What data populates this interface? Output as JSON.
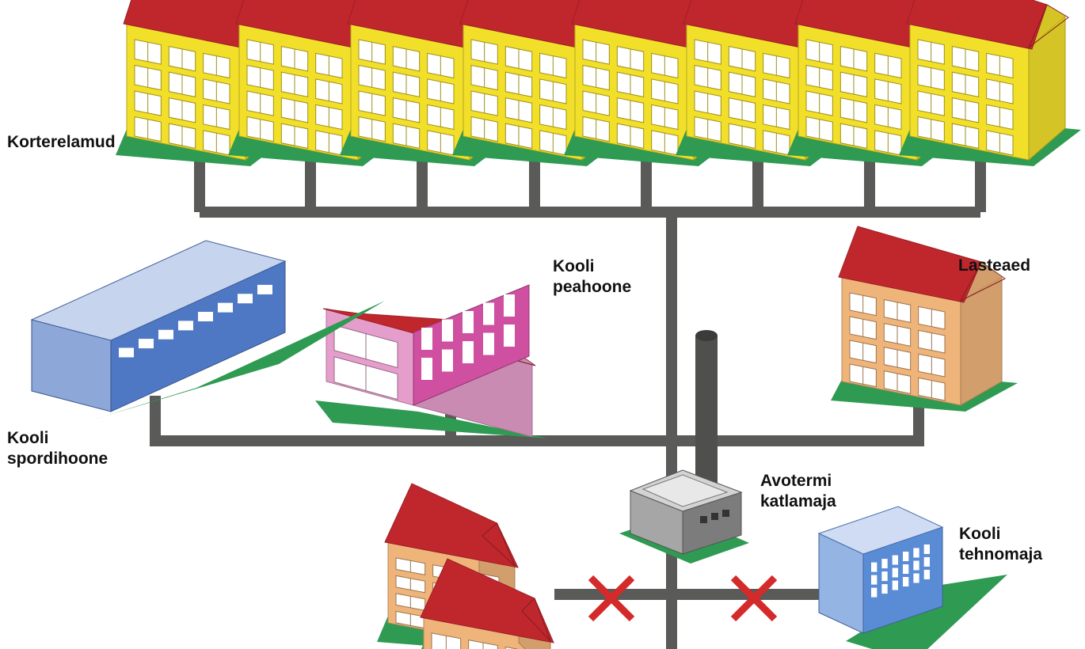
{
  "colors": {
    "pipe": "#5a5a58",
    "roof": "#c0272d",
    "apartment_wall": "#f2df2a",
    "sports_hall_wall": "#4f78c4",
    "main_building_wall": "#cf4fa0",
    "kindergarten_wall": "#efb47a",
    "boiler_house": "#8c8c8c",
    "tech_building_wall": "#5a8cd6",
    "ground": "#2e9a52",
    "disconnect_mark": "#d42a2a"
  },
  "icons": {
    "apartment": "apartment-building-icon",
    "sports_hall": "sports-hall-icon",
    "main_building": "school-main-building-icon",
    "kindergarten": "kindergarten-icon",
    "boiler": "boiler-house-icon",
    "tech_building": "tech-building-icon",
    "disconnect": "disconnected-x-icon"
  },
  "labels": {
    "apartments": "Korterelamud",
    "main_building": [
      "Kooli",
      "peahoone"
    ],
    "kindergarten": "Lasteaed",
    "sports_hall": [
      "Kooli",
      "spordihoone"
    ],
    "boiler_house": [
      "Avotermi",
      "katlamaja"
    ],
    "tech_building": [
      "Kooli",
      "tehnomaja"
    ]
  }
}
